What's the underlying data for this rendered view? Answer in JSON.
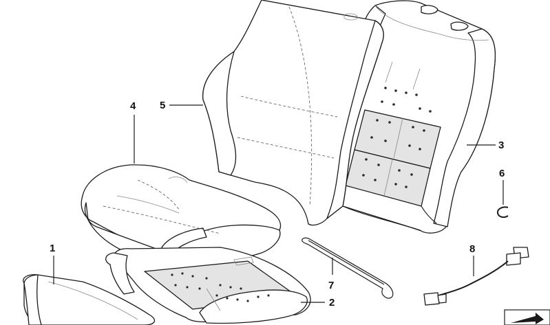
{
  "callouts": [
    {
      "id": "1",
      "label": "1"
    },
    {
      "id": "2",
      "label": "2"
    },
    {
      "id": "3",
      "label": "3"
    },
    {
      "id": "4",
      "label": "4"
    },
    {
      "id": "5",
      "label": "5"
    },
    {
      "id": "6",
      "label": "6"
    },
    {
      "id": "7",
      "label": "7"
    },
    {
      "id": "8",
      "label": "8"
    }
  ],
  "icons": {
    "corner_arrow": "bottom-right-orientation-arrow-icon"
  }
}
